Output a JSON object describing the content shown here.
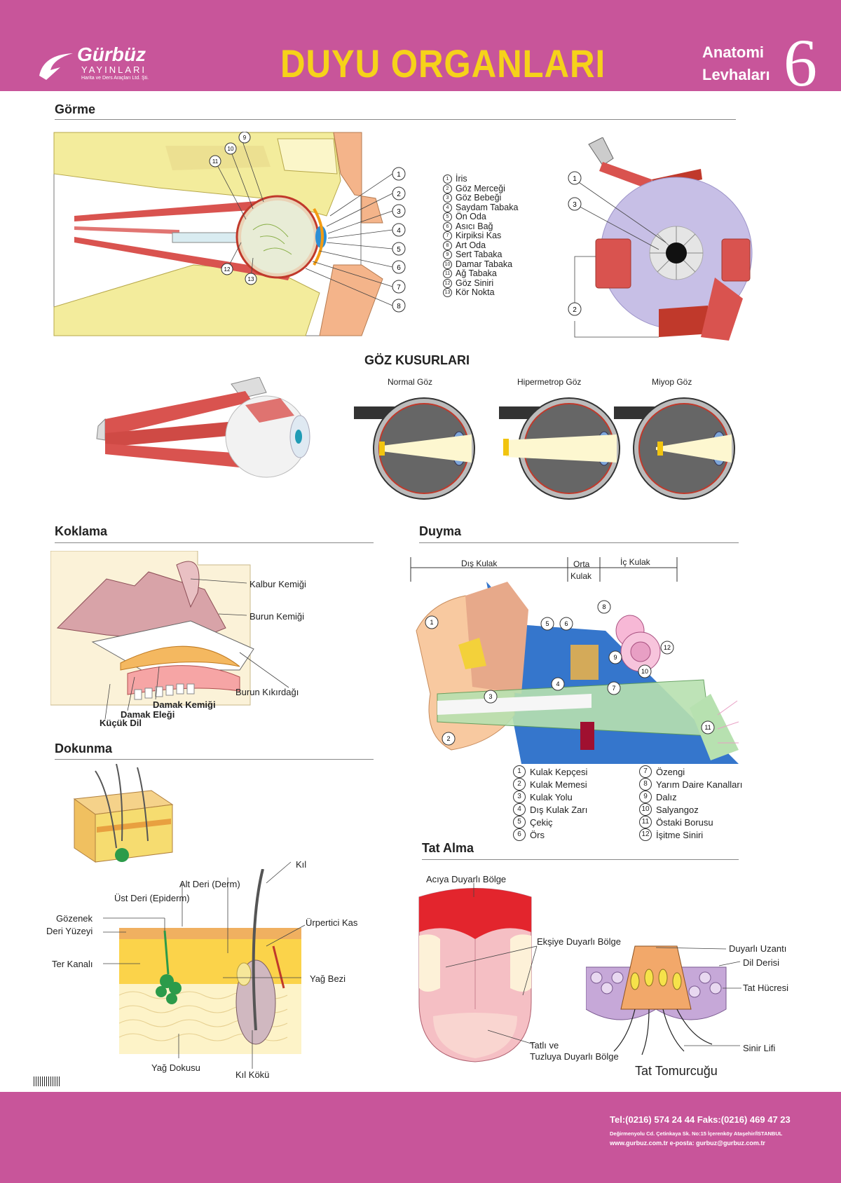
{
  "header": {
    "logo_name": "Gürbüz",
    "logo_sub": "YAYINLARI",
    "logo_sub2": "Harita ve Ders Araçları Ltd. Şti.",
    "title": "DUYU ORGANLARI",
    "series_line1": "Anatomi",
    "series_line2": "Levhaları",
    "series_number": "6"
  },
  "gorme": {
    "heading": "Görme",
    "legend": [
      {
        "n": "1",
        "label": "İris"
      },
      {
        "n": "2",
        "label": "Göz Merceği"
      },
      {
        "n": "3",
        "label": "Göz Bebeği"
      },
      {
        "n": "4",
        "label": "Saydam Tabaka"
      },
      {
        "n": "5",
        "label": "Ön Oda"
      },
      {
        "n": "6",
        "label": "Asıcı Bağ"
      },
      {
        "n": "7",
        "label": "Kirpiksi Kas"
      },
      {
        "n": "8",
        "label": "Art Oda"
      },
      {
        "n": "9",
        "label": "Sert Tabaka"
      },
      {
        "n": "10",
        "label": "Damar Tabaka"
      },
      {
        "n": "11",
        "label": "Ağ Tabaka"
      },
      {
        "n": "12",
        "label": "Göz Siniri"
      },
      {
        "n": "13",
        "label": "Kör Nokta"
      }
    ],
    "front_numbers": [
      "1",
      "3",
      "2"
    ]
  },
  "goz_kusurlari": {
    "heading": "GÖZ KUSURLARI",
    "normal": "Normal Göz",
    "hipermetrop": "Hipermetrop Göz",
    "miyop": "Miyop Göz"
  },
  "koklama": {
    "heading": "Koklama",
    "kalbur": "Kalbur Kemiği",
    "burun_kemigi": "Burun Kemiği",
    "kikirdak": "Burun Kıkırdağı",
    "damak_kemigi": "Damak Kemiği",
    "damak_elegi": "Damak Eleği",
    "kucuk_dil": "Küçük Dil"
  },
  "duyma": {
    "heading": "Duyma",
    "dis_kulak": "Dış Kulak",
    "orta": "Orta",
    "kulak": "Kulak",
    "ic_kulak": "İç Kulak",
    "legend_left": [
      {
        "n": "1",
        "label": "Kulak Kepçesi"
      },
      {
        "n": "2",
        "label": "Kulak Memesi"
      },
      {
        "n": "3",
        "label": "Kulak Yolu"
      },
      {
        "n": "4",
        "label": "Dış Kulak Zarı"
      },
      {
        "n": "5",
        "label": "Çekiç"
      },
      {
        "n": "6",
        "label": "Örs"
      }
    ],
    "legend_right": [
      {
        "n": "7",
        "label": "Özengi"
      },
      {
        "n": "8",
        "label": "Yarım Daire Kanalları"
      },
      {
        "n": "9",
        "label": "Dalız"
      },
      {
        "n": "10",
        "label": "Salyangoz"
      },
      {
        "n": "11",
        "label": "Östaki Borusu"
      },
      {
        "n": "12",
        "label": "İşitme Siniri"
      }
    ]
  },
  "dokunma": {
    "heading": "Dokunma",
    "kil": "Kıl",
    "alt_deri": "Alt Deri (Derm)",
    "ust_deri": "Üst Deri (Epiderm)",
    "gozenek": "Gözenek",
    "deri_yuzeyi": "Deri Yüzeyi",
    "urpertici": "Ürpertici Kas",
    "ter_kanali": "Ter Kanalı",
    "yag_bezi": "Yağ Bezi",
    "yag_dokusu": "Yağ Dokusu",
    "kil_koku": "Kıl Kökü"
  },
  "tat_alma": {
    "heading": "Tat Alma",
    "aci": "Acıya Duyarlı Bölge",
    "eksi": "Ekşiye Duyarlı Bölge",
    "tatli1": "Tatlı ve",
    "tatli2": "Tuzluya Duyarlı Bölge",
    "duyarli_uzanti": "Duyarlı Uzantı",
    "dil_derisi": "Dil Derisi",
    "tat_hucresi": "Tat Hücresi",
    "sinir_lifi": "Sinir Lifi",
    "tomurcuk": "Tat Tomurcuğu"
  },
  "footer": {
    "phone": "Tel:(0216) 574 24 44 Faks:(0216) 469 47 23",
    "address": "Değirmenyolu Cd. Çetinkaya Sk. No:15 İçerenköy Ataşehir/İSTANBUL",
    "web": "www.gurbuz.com.tr e-posta: gurbuz@gurbuz.com.tr"
  },
  "colors": {
    "band": "#c8559a",
    "title": "#f6d21a",
    "muscle": "#d9534f",
    "bone": "#f3ec9c",
    "skin": "#f4b48a",
    "ear_blue": "#2a6fc9"
  }
}
